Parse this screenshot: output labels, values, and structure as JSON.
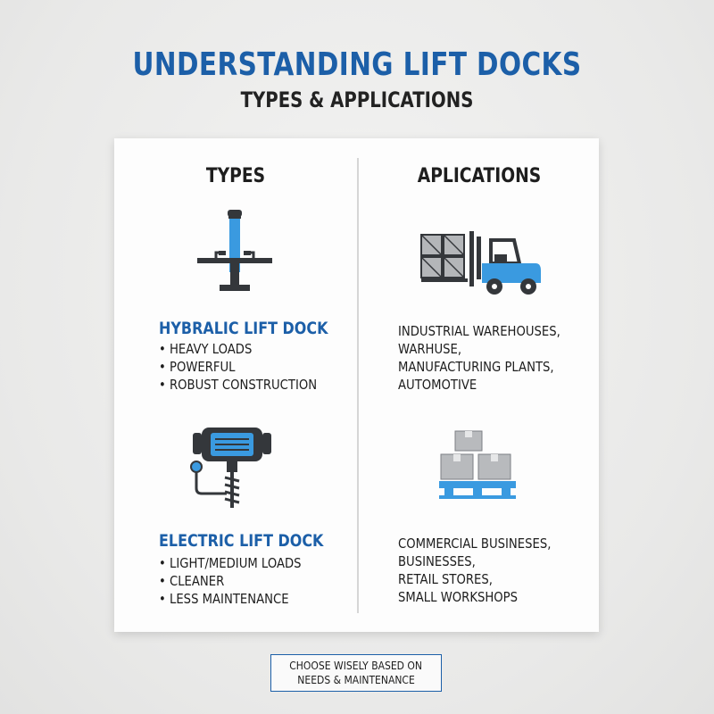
{
  "header": {
    "title": "UNDERSTANDING LIFT DOCKS",
    "subtitle": "TYPES & APPLICATIONS"
  },
  "columns": {
    "types_heading": "TYPES",
    "applications_heading": "APLICATIONS"
  },
  "types": [
    {
      "title": "HYBRALIC LIFT DOCK",
      "icon": "hydraulic-lift-icon",
      "features": [
        "HEAVY LOADS",
        "POWERFUL",
        "ROBUST CONSTRUCTION"
      ]
    },
    {
      "title": "ELECTRIC LIFT DOCK",
      "icon": "electric-motor-icon",
      "features": [
        "LIGHT/MEDIUM LOADS",
        "CLEANER",
        "LESS MAINTENANCE"
      ]
    }
  ],
  "applications": [
    {
      "icon": "forklift-icon",
      "lines": [
        "INDUSTRIAL WAREHOUSES,",
        "WARHUSE,",
        "MANUFACTURING PLANTS,",
        "AUTOMOTIVE"
      ]
    },
    {
      "icon": "boxes-pallet-icon",
      "lines": [
        "COMMERCIAL BUSINESES,",
        "BUSINESSES,",
        "RETAIL STORES,",
        "SMALL WORKSHOPS"
      ]
    }
  ],
  "footer": {
    "line1": "CHOOSE WISELY BASED ON",
    "line2": "NEEDS & MAINTENANCE"
  },
  "colors": {
    "accent_blue": "#1c5fa8",
    "icon_blue": "#3a9ae0",
    "icon_dark": "#34373b",
    "text": "#1d1d1d"
  }
}
